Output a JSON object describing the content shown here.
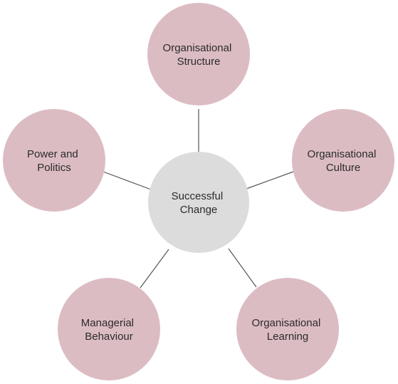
{
  "diagram": {
    "center": {
      "lines": [
        "Successful",
        "Change"
      ],
      "fill": "#dcdcdc"
    },
    "outer_fill": "#dcbcc3",
    "connector_color": "#555555",
    "nodes": [
      {
        "id": "structure",
        "lines": [
          "Organisational",
          "Structure"
        ]
      },
      {
        "id": "culture",
        "lines": [
          "Organisational",
          "Culture"
        ]
      },
      {
        "id": "learning",
        "lines": [
          "Organisational",
          "Learning"
        ]
      },
      {
        "id": "behaviour",
        "lines": [
          "Managerial",
          "Behaviour"
        ]
      },
      {
        "id": "politics",
        "lines": [
          "Power and",
          "Politics"
        ]
      }
    ]
  }
}
